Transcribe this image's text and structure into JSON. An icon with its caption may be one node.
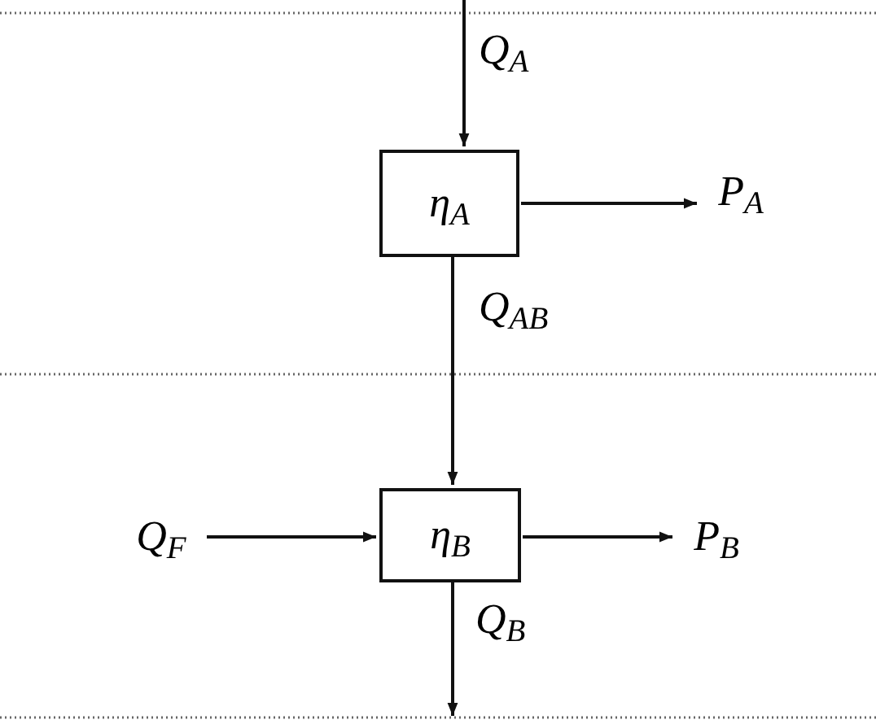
{
  "diagram": {
    "nodes": [
      {
        "text": [
          "η$_{A}$"
        ]
      },
      {
        "text": [
          "η$_{B}$"
        ]
      },
      {
        "text": [
          "Q$_{F}$"
        ]
      },
      {
        "text": [
          "P$_{A}$"
        ]
      },
      {
        "text": [
          "P$_{B}$"
        ]
      }
    ],
    "edges": [
      {
        "from": null,
        "to": 0,
        "arrow": "to",
        "label": "Q$_{A}$"
      },
      {
        "from": 0,
        "to": 3,
        "arrow": "to"
      },
      {
        "from": 0,
        "to": 1,
        "arrow": "to",
        "label": "Q$_{AB}$"
      },
      {
        "from": 2,
        "to": 1,
        "arrow": "to"
      },
      {
        "from": 1,
        "to": 4,
        "arrow": "to"
      },
      {
        "from": 1,
        "to": null,
        "arrow": "to",
        "label": "Q$_{B}$"
      }
    ]
  }
}
